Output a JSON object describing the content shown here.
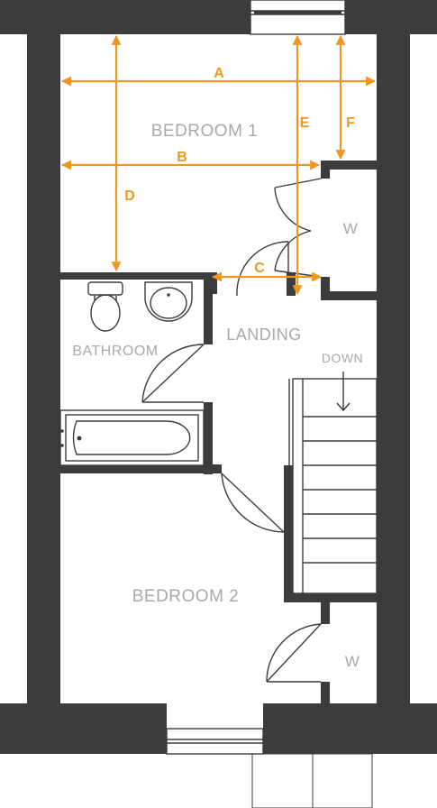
{
  "rooms": {
    "bedroom1": "BEDROOM 1",
    "bedroom2": "BEDROOM 2",
    "bathroom": "BATHROOM",
    "landing": "LANDING",
    "wardrobe_top": "W",
    "wardrobe_bottom": "W",
    "stairs_direction": "DOWN"
  },
  "dimensions": {
    "a": "A",
    "b": "B",
    "c": "C",
    "d": "D",
    "e": "E",
    "f": "F"
  },
  "colors": {
    "wall": "#3c3c3f",
    "dimension": "#f0961e",
    "label": "#a8a8ad"
  }
}
